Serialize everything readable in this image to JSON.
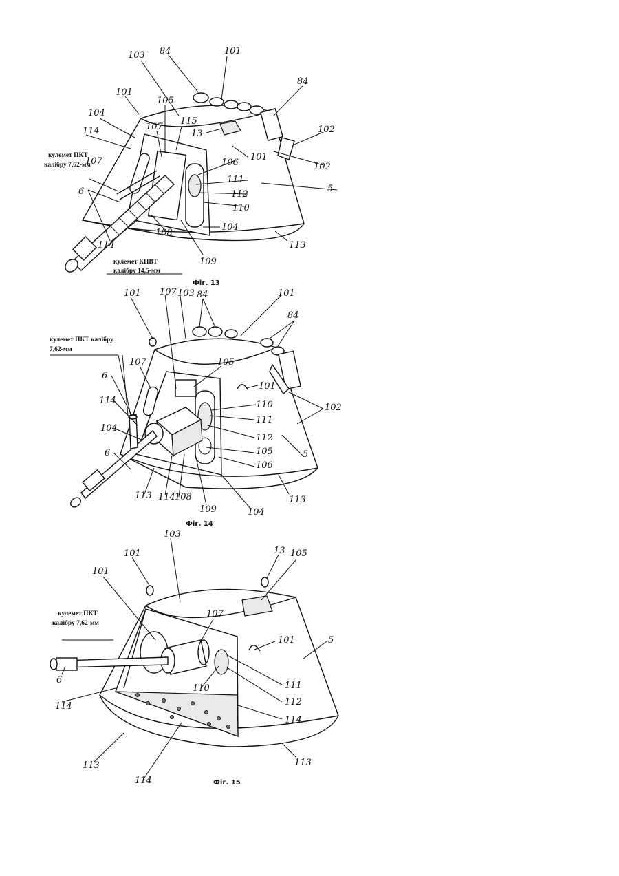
{
  "figures": [
    {
      "caption": "Фіг. 13",
      "weapon_labels": [
        "кулемет ПКТ",
        "калібру 7,62-мм",
        "кулемет КПВТ",
        "калібру 14,5-мм"
      ],
      "callouts": [
        "103",
        "84",
        "101",
        "84",
        "101",
        "105",
        "104",
        "107",
        "115",
        "13",
        "102",
        "114",
        "101",
        "102",
        "107",
        "106",
        "111",
        "5",
        "112",
        "110",
        "6",
        "108",
        "104",
        "114",
        "113",
        "109"
      ]
    },
    {
      "caption": "Фіг. 14",
      "weapon_labels": [
        "кулемет ПКТ калібру",
        "7,62-мм"
      ],
      "callouts": [
        "101",
        "107",
        "103",
        "84",
        "101",
        "84",
        "105",
        "107",
        "101",
        "110",
        "6",
        "111",
        "102",
        "114",
        "112",
        "104",
        "105",
        "5",
        "6",
        "106",
        "113",
        "113",
        "114",
        "108",
        "109",
        "104"
      ]
    },
    {
      "caption": "Фіг. 15",
      "weapon_labels": [
        "кулемет ПКТ",
        "калібру 7,62-мм"
      ],
      "callouts": [
        "103",
        "101",
        "13",
        "105",
        "101",
        "5",
        "107",
        "101",
        "111",
        "110",
        "6",
        "112",
        "114",
        "114",
        "113",
        "114",
        "113"
      ]
    }
  ]
}
